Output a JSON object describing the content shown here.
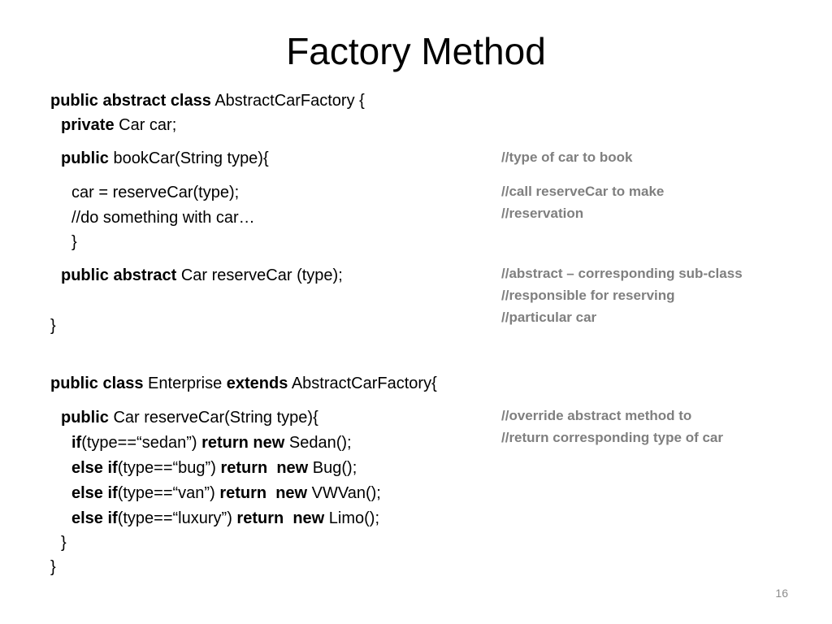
{
  "slide": {
    "title": "Factory Method",
    "page_number": "16"
  },
  "code": {
    "l1": {
      "k1": "public abstract class",
      "t1": " AbstractCarFactory {"
    },
    "l2": {
      "k1": "private",
      "t1": " Car car;"
    },
    "l3": {
      "k1": "public",
      "t1": " bookCar(String type){"
    },
    "l4": {
      "t1": "car = reserveCar(type);"
    },
    "l5": {
      "t1": "//do something with car…"
    },
    "l6": {
      "t1": "}"
    },
    "l7": {
      "k1": "public abstract",
      "t1": " Car reserveCar (type);"
    },
    "l8": {
      "t1": "}"
    },
    "l9": {
      "k1": "public class",
      "t1": " Enterprise ",
      "k2": "extends",
      "t2": " AbstractCarFactory{"
    },
    "l10": {
      "k1": "public",
      "t1": " Car reserveCar(String type){"
    },
    "l11": {
      "k1": "if",
      "t1": "(type==“sedan”) ",
      "k2": "return new",
      "t2": " Sedan();"
    },
    "l12": {
      "k1": "else if",
      "t1": "(type==“bug”) ",
      "k2": "return  new",
      "t2": " Bug();"
    },
    "l13": {
      "k1": "else if",
      "t1": "(type==“van”) ",
      "k2": "return  new",
      "t2": " VWVan();"
    },
    "l14": {
      "k1": "else if",
      "t1": "(type==“luxury”) ",
      "k2": "return  new",
      "t2": " Limo();"
    },
    "l15": {
      "t1": "}"
    },
    "l16": {
      "t1": "}"
    }
  },
  "comments": {
    "c1": "//type of car to book",
    "c2": "//call reserveCar to make",
    "c3": "//reservation",
    "c4": "//abstract – corresponding sub-class",
    "c5": "//responsible for reserving",
    "c6": "//particular car",
    "c7": "//override abstract method to",
    "c8": "//return corresponding type of car"
  },
  "colors": {
    "comment_gray": "#7f7f7f",
    "text": "#000000",
    "background": "#ffffff"
  }
}
